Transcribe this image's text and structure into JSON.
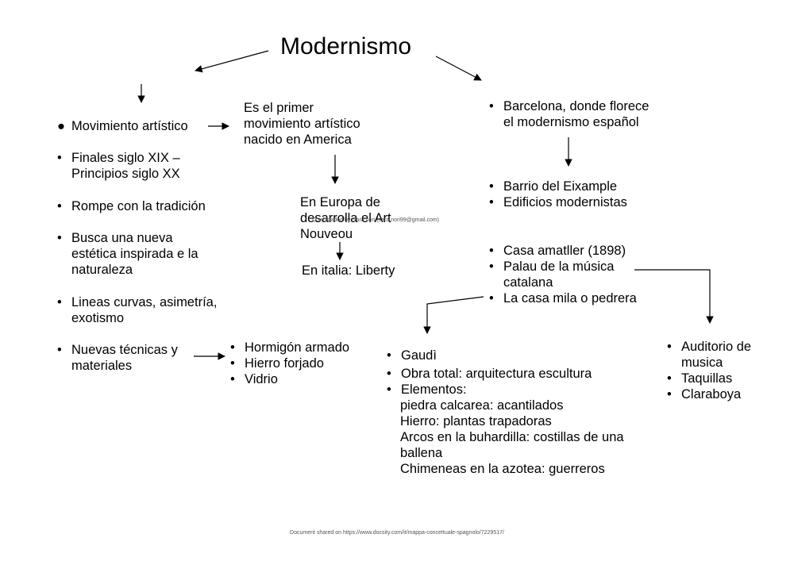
{
  "title": "Modernismo",
  "left_list": [
    [
      "Movimiento artístico"
    ],
    [
      "Finales siglo XIX –",
      "Principios siglo XX"
    ],
    [
      "Rompe con la tradición"
    ],
    [
      "Busca una nueva",
      "estética inspirada e la",
      "naturaleza"
    ],
    [
      "Lineas curvas, asimetría,",
      "exotismo"
    ],
    [
      "Nuevas técnicas y",
      "materiales"
    ]
  ],
  "center_box": [
    "Es el primer",
    "movimiento artístico",
    "nacido en America"
  ],
  "europa_box": [
    "En Europa de",
    "desarrolla el Art",
    "Nouveou"
  ],
  "italia": "En italia: Liberty",
  "watermark": "Downloaded by: sara nori (sara.nori99@gmail.com)",
  "materials": [
    "Hormigón armado",
    "Hierro forjado",
    "Vidrio"
  ],
  "barcelona": [
    "Barcelona, donde florece",
    "el modernismo español"
  ],
  "eixample": [
    "Barrio del Eixample",
    "Edificios modernistas"
  ],
  "casas": [
    [
      "Casa amatller (1898)"
    ],
    [
      "Palau de la música",
      "catalana"
    ],
    [
      "La casa mila o pedrera"
    ]
  ],
  "gaudi": [
    "Gaudì",
    "Obra total: arquitectura escultura",
    "Elementos:"
  ],
  "gaudi_details": [
    "piedra calcarea: acantilados",
    "Hierro: plantas trapadoras",
    "Arcos en la buhardilla: costillas de una",
    "ballena",
    "Chimeneas en la azotea: guerreros"
  ],
  "auditorio": [
    [
      "Auditorio de",
      "musica"
    ],
    [
      "Taquillas"
    ],
    [
      "Claraboya"
    ]
  ],
  "footer": "Document shared on https://www.docsity.com/it/mappa-concettuale-spagnolo/7229517/"
}
